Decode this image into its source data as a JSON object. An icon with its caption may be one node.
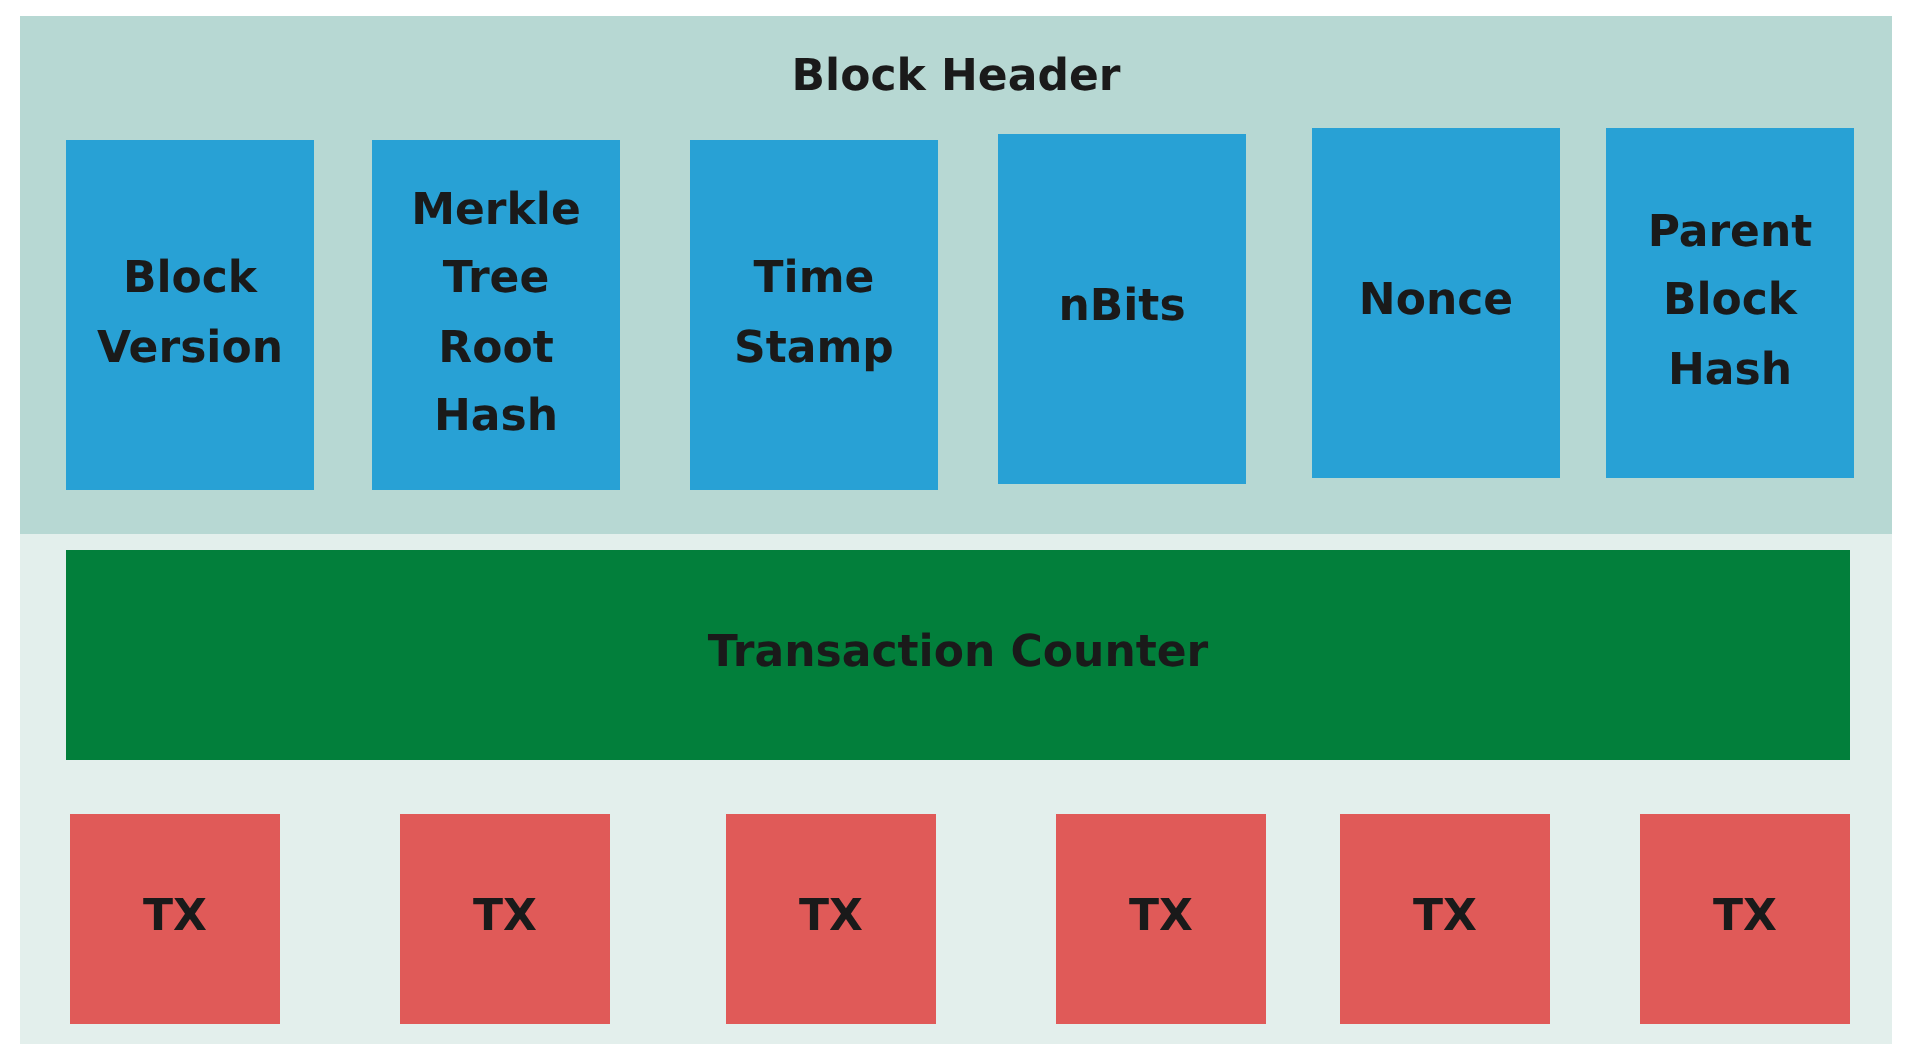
{
  "diagram": {
    "nodes": [
      {
        "text": [
          "Block Header"
        ]
      },
      {
        "text": [
          "Block Version"
        ],
        "in": 0
      },
      {
        "text": [
          "Merkle Tree Root Hash"
        ],
        "in": 0
      },
      {
        "text": [
          "Time Stamp"
        ],
        "in": 0
      },
      {
        "text": [
          "nBits"
        ],
        "in": 0
      },
      {
        "text": [
          "Nonce"
        ],
        "in": 0
      },
      {
        "text": [
          "Parent Block Hash"
        ],
        "in": 0
      },
      {
        "text": [
          "Transaction Counter"
        ]
      },
      {
        "text": [
          "TX"
        ]
      },
      {
        "text": [
          "TX"
        ]
      },
      {
        "text": [
          "TX"
        ]
      },
      {
        "text": [
          "TX"
        ]
      },
      {
        "text": [
          "TX"
        ]
      },
      {
        "text": [
          "TX"
        ]
      }
    ],
    "edges": []
  }
}
